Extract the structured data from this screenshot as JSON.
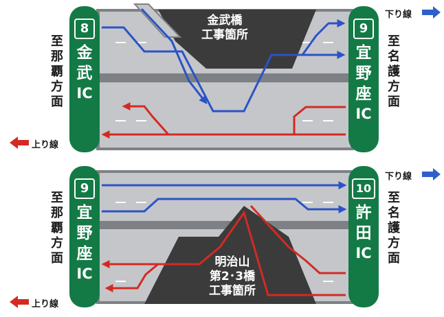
{
  "top": {
    "left_ic": {
      "number": "8",
      "name": "金武",
      "suffix": "IC"
    },
    "right_ic": {
      "number": "9",
      "name": "宜野座",
      "suffix": "IC"
    },
    "left_direction": "至那覇方面",
    "right_direction": "至名護方面",
    "construction": [
      "金武橋",
      "工事箇所"
    ],
    "down_label": "下り線",
    "up_label": "上り線"
  },
  "bottom": {
    "left_ic": {
      "number": "9",
      "name": "宜野座",
      "suffix": "IC"
    },
    "right_ic": {
      "number": "10",
      "name": "許田",
      "suffix": "IC"
    },
    "left_direction": "至那覇方面",
    "right_direction": "至名護方面",
    "construction": [
      "明治山",
      "第2･3橋",
      "工事箇所"
    ],
    "down_label": "下り線",
    "up_label": "上り線"
  },
  "colors": {
    "ic_green": "#137a46",
    "road_gray": "#c4c6c9",
    "road_edge": "#7d8085",
    "work_zone": "#3b3b3c",
    "down_route": "#2b53c6",
    "up_route": "#d42a22",
    "arrow_blue": "#2f5fc9",
    "arrow_red": "#d42a22"
  }
}
